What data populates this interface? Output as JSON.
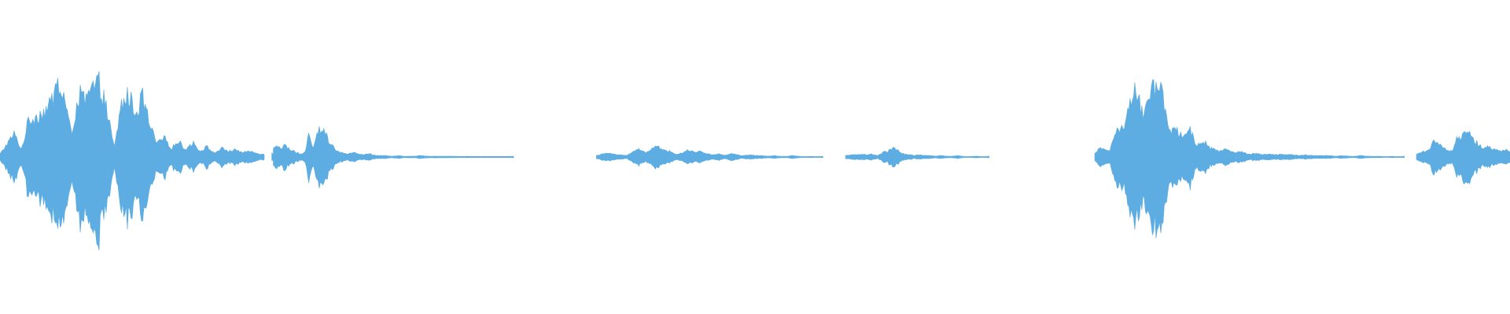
{
  "waveform": {
    "color": "#5DADE2",
    "background": "#FFFFFF",
    "segments": [
      {
        "label": "seg-1",
        "start": 0.0,
        "end": 0.175,
        "peaks": [
          0.04,
          0.18,
          0.32,
          0.1,
          0.5,
          0.55,
          0.62,
          0.7,
          1.0,
          0.82,
          0.3,
          0.86,
          0.76,
          0.95,
          1.0,
          0.62,
          0.12,
          0.72,
          0.85,
          0.6,
          0.82,
          0.42,
          0.18,
          0.26,
          0.12,
          0.22,
          0.1,
          0.2,
          0.08,
          0.14,
          0.05,
          0.12,
          0.08,
          0.1,
          0.06,
          0.08,
          0.05,
          0.04
        ]
      },
      {
        "label": "seg-2",
        "start": 0.18,
        "end": 0.34,
        "peaks": [
          0.05,
          0.04,
          0.03,
          0.03,
          0.03,
          0.02,
          0.03,
          0.02,
          0.02,
          0.03,
          0.02,
          0.02,
          0.02,
          0.01,
          0.02,
          0.01,
          0.02,
          0.01,
          0.01,
          0.0,
          0.0,
          0.01,
          0.0,
          0.0,
          0.01,
          0.0,
          0.0,
          0.0,
          0.0,
          0.0,
          0.0,
          0.0,
          0.0,
          0.0,
          0.0,
          0.0,
          0.0,
          0.0
        ]
      },
      {
        "label": "seg-3",
        "start": 0.18,
        "end": 0.34,
        "peaks": [
          0.0,
          0.0,
          0.0,
          0.0,
          0.0,
          0.0,
          0.0,
          0.0,
          0.0,
          0.0,
          0.0,
          0.0,
          0.0,
          0.0,
          0.0,
          0.0,
          0.0,
          0.0,
          0.0,
          0.0,
          0.0,
          0.0,
          0.0,
          0.0,
          0.0,
          0.0,
          0.0,
          0.0,
          0.0,
          0.0,
          0.0,
          0.0,
          0.0,
          0.0,
          0.0,
          0.0,
          0.0,
          0.0
        ]
      },
      {
        "label": "seg-4",
        "start": 0.181,
        "end": 0.252,
        "peaks": [
          0.1,
          0.15,
          0.12,
          0.18,
          0.1,
          0.08,
          0.06,
          0.04,
          0.06,
          0.32,
          0.1,
          0.3,
          0.4,
          0.32,
          0.22,
          0.14,
          0.08,
          0.06,
          0.05,
          0.04,
          0.06,
          0.05,
          0.04,
          0.03,
          0.05,
          0.03,
          0.02,
          0.02
        ]
      },
      {
        "label": "seg-5",
        "start": 0.252,
        "end": 0.34,
        "peaks": [
          0.02,
          0.02,
          0.01,
          0.02,
          0.01,
          0.01,
          0.01,
          0.02,
          0.01,
          0.01,
          0.01,
          0.01,
          0.01,
          0.01,
          0.0,
          0.01,
          0.0,
          0.0,
          0.01,
          0.0,
          0.0,
          0.0,
          0.0,
          0.01
        ]
      },
      {
        "label": "seg-6",
        "start": 0.395,
        "end": 0.545,
        "peaks": [
          0.02,
          0.04,
          0.05,
          0.04,
          0.03,
          0.02,
          0.08,
          0.1,
          0.06,
          0.12,
          0.14,
          0.1,
          0.08,
          0.03,
          0.06,
          0.1,
          0.06,
          0.08,
          0.05,
          0.03,
          0.04,
          0.02,
          0.05,
          0.03,
          0.02,
          0.03,
          0.02,
          0.02,
          0.01,
          0.02,
          0.01,
          0.01,
          0.02,
          0.01,
          0.0,
          0.01,
          0.0,
          0.01
        ]
      },
      {
        "label": "seg-7",
        "start": 0.56,
        "end": 0.655,
        "peaks": [
          0.02,
          0.03,
          0.03,
          0.04,
          0.03,
          0.04,
          0.02,
          0.06,
          0.08,
          0.12,
          0.08,
          0.04,
          0.03,
          0.02,
          0.03,
          0.02,
          0.02,
          0.01,
          0.02,
          0.01,
          0.01,
          0.02,
          0.01,
          0.0,
          0.01,
          0.01,
          0.0,
          0.01
        ]
      },
      {
        "label": "seg-8",
        "start": 0.725,
        "end": 0.828,
        "peaks": [
          0.04,
          0.12,
          0.1,
          0.08,
          0.35,
          0.4,
          0.48,
          0.7,
          0.9,
          0.72,
          0.55,
          0.96,
          0.88,
          1.0,
          0.62,
          0.36,
          0.42,
          0.3,
          0.28,
          0.4,
          0.18,
          0.16,
          0.2,
          0.12,
          0.1,
          0.08,
          0.12,
          0.08,
          0.06,
          0.08,
          0.05,
          0.04
        ]
      },
      {
        "label": "seg-9",
        "start": 0.828,
        "end": 0.93,
        "peaks": [
          0.04,
          0.05,
          0.03,
          0.04,
          0.03,
          0.04,
          0.03,
          0.03,
          0.02,
          0.03,
          0.02,
          0.02,
          0.02,
          0.02,
          0.01,
          0.02,
          0.01,
          0.01,
          0.02,
          0.01,
          0.01,
          0.01,
          0.0,
          0.01,
          0.0,
          0.01
        ]
      },
      {
        "label": "seg-10",
        "start": 0.938,
        "end": 1.0,
        "peaks": [
          0.04,
          0.06,
          0.08,
          0.1,
          0.24,
          0.2,
          0.12,
          0.1,
          0.08,
          0.24,
          0.28,
          0.36,
          0.32,
          0.22,
          0.18,
          0.12,
          0.16,
          0.1,
          0.12,
          0.08,
          0.1,
          0.06
        ]
      }
    ]
  }
}
